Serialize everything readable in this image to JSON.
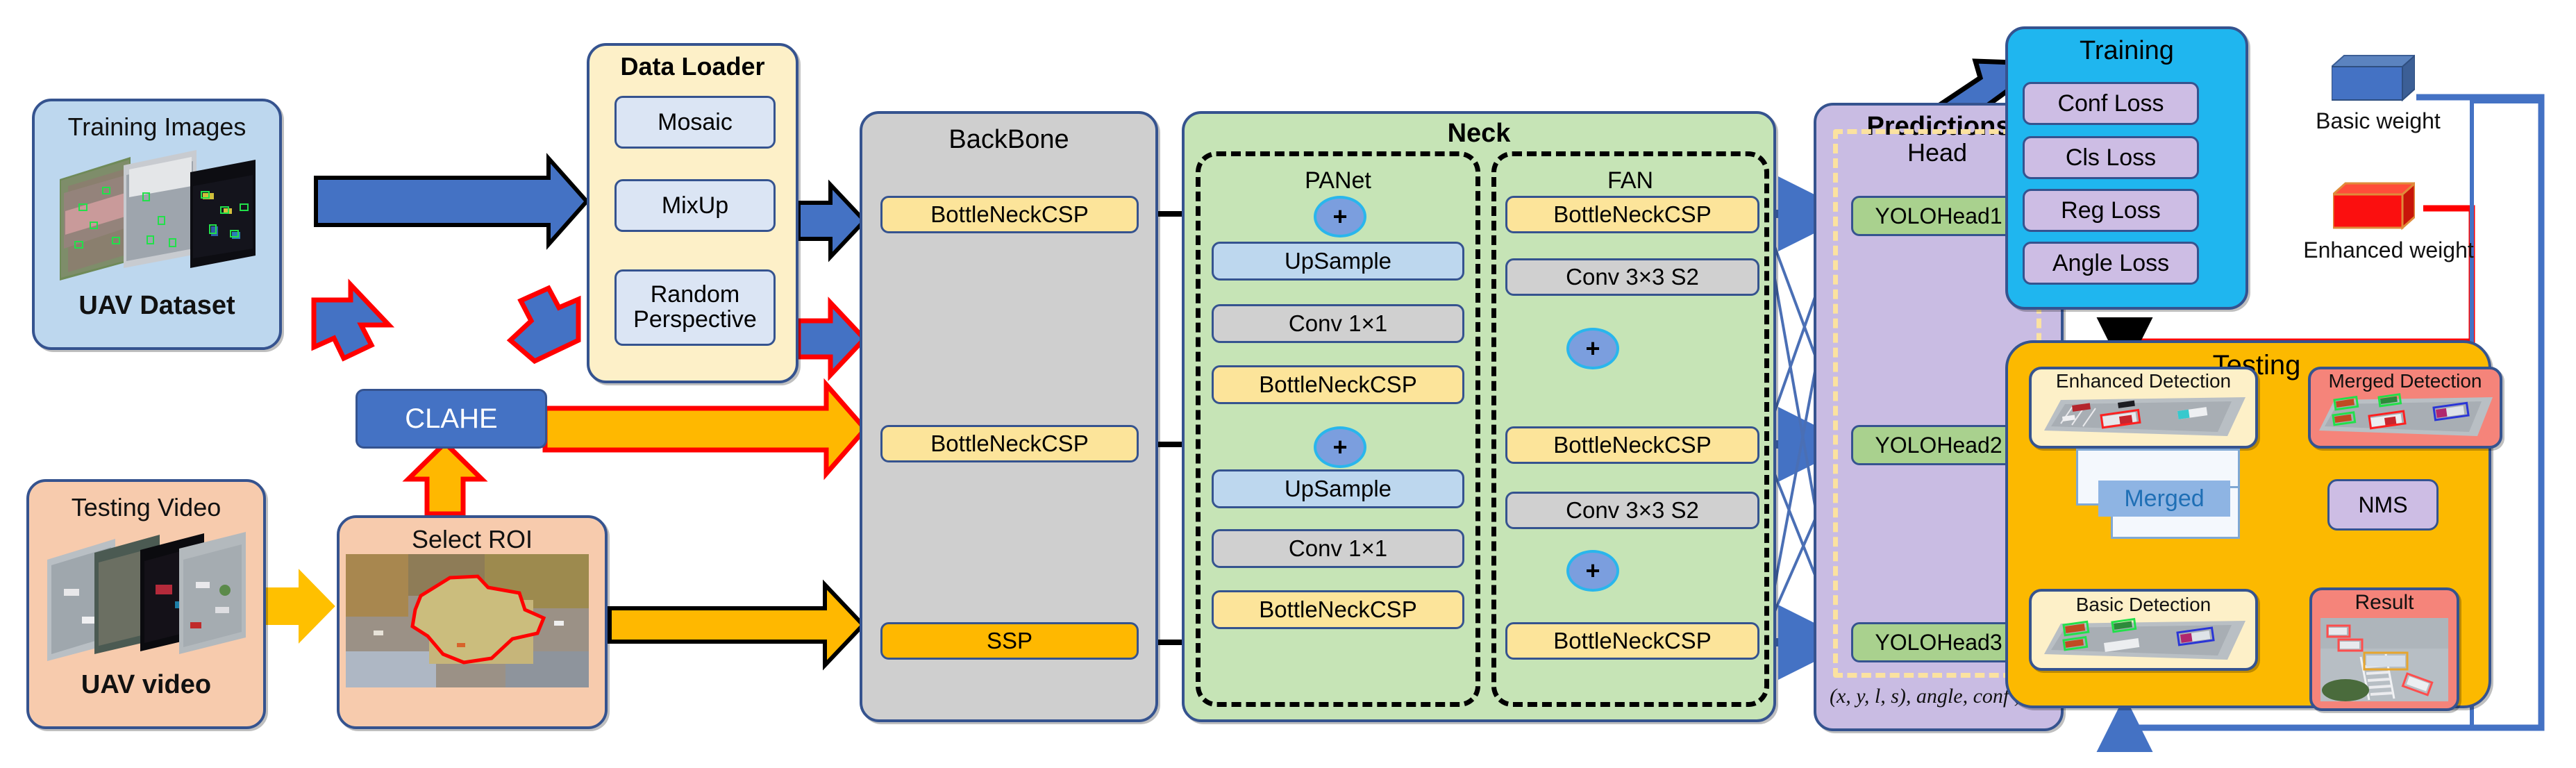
{
  "diagram": {
    "title": "UAV oriented object detection pipeline",
    "colors": {
      "panel_border": "#35538f",
      "backbone_bg": "#cfcfcf",
      "neck_bg": "#c6e4b6",
      "predictions_bg": "#c9bce3",
      "training_bg": "#1fb6ef",
      "testing_bg": "#fcb900",
      "dataloader_bg": "#fdf0c8",
      "training_images_bg": "#bdd7ee",
      "testing_video_bg": "#f7cbad",
      "chip_yellow": "#fce49a",
      "chip_orange": "#ffb800",
      "chip_grey": "#d0d0d0",
      "chip_blue": "#bdd7ee",
      "chip_green": "#a9d18e",
      "chip_purple": "#cdbde4",
      "chip_salmon": "#f5847a",
      "chip_cream": "#fdf0c8",
      "arrow_blue": "#4472c4",
      "arrow_orange": "#ffb800",
      "outline_red": "#ff0000",
      "outline_black": "#000000",
      "merged_text": "#1f6fb5"
    },
    "inputs": {
      "training": {
        "title": "Training Images",
        "caption": "UAV  Dataset"
      },
      "testing": {
        "title": "Testing Video",
        "caption": "UAV  video"
      }
    },
    "clahe": {
      "label": "CLAHE"
    },
    "select_roi": {
      "label": "Select ROI"
    },
    "data_loader": {
      "title": "Data Loader",
      "items": [
        "Mosaic",
        "MixUp",
        "Random\nPerspective"
      ],
      "item_labels": [
        "Mosaic",
        "MixUp",
        "Random Perspective"
      ]
    },
    "backbone": {
      "title": "BackBone",
      "items": [
        "BottleNeckCSP",
        "BottleNeckCSP",
        "SSP"
      ]
    },
    "neck": {
      "title": "Neck",
      "panet": {
        "title": "PANet",
        "items": [
          "UpSample",
          "Conv 1×1",
          "BottleNeckCSP",
          "UpSample",
          "Conv 1×1",
          "BottleNeckCSP"
        ],
        "plus_symbol": "+"
      },
      "fan": {
        "title": "FAN",
        "items": [
          "BottleNeckCSP",
          "Conv 3×3 S2",
          "BottleNeckCSP",
          "Conv 3×3 S2",
          "BottleNeckCSP"
        ],
        "plus_symbol": "+"
      }
    },
    "predictions": {
      "title": "Predictions",
      "head_title": "Head",
      "heads": [
        "YOLOHead1",
        "YOLOHead2",
        "YOLOHead3"
      ],
      "output_formula": "(x, y, l, s), angle, conf , cls"
    },
    "training_block": {
      "title": "Training",
      "losses": [
        "Conf Loss",
        "Cls Loss",
        "Reg Loss",
        "Angle Loss"
      ]
    },
    "weights": {
      "basic": "Basic weight",
      "enhanced": "Enhanced weight"
    },
    "testing_block": {
      "title": "Testing",
      "enhanced_detection": "Enhanced Detection",
      "basic_detection": "Basic Detection",
      "merged": "Merged",
      "merged_detection": "Merged Detection",
      "nms": "NMS",
      "result": "Result"
    }
  }
}
